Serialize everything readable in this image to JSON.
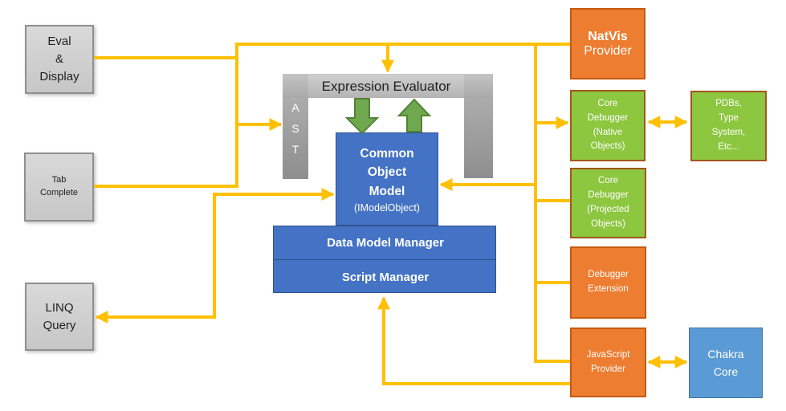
{
  "colors": {
    "connector_yellow": "#FFC000",
    "gray_fill": "#C7C7C7",
    "gray_fill_light": "#D9D9D9",
    "gray_border": "#8F8F8F",
    "pillar_light": "#B5B5B5",
    "pillar_dark": "#8E8E8E",
    "bar_light": "#C4C4C4",
    "bar_dark": "#A9A9A9",
    "blue": "#4472C4",
    "blue_border": "#2F528F",
    "light_blue": "#5B9BD5",
    "light_blue_border": "#41719C",
    "orange": "#ED7D31",
    "orange_border": "#C55A11",
    "green": "#8DC63F",
    "green_border": "#A3551E",
    "arrow_green": "#6FA84F",
    "arrow_green_border": "#548235",
    "text_dark": "#1F1F1F",
    "text_light": "#FFFFFF"
  },
  "left_column": {
    "eval_display": "Eval\n&\nDisplay",
    "tab_complete": "Tab\nComplete",
    "linq_query": "LINQ\nQuery"
  },
  "center": {
    "ast": "A\nS\nT",
    "expression_evaluator": "Expression Evaluator",
    "common_object_model": {
      "title": "Common\nObject\nModel",
      "subtitle": "(IModelObject)"
    },
    "data_model_manager": "Data Model Manager",
    "script_manager": "Script Manager"
  },
  "right_column": {
    "natvis_provider": {
      "title": "NatVis",
      "subtitle": "Provider"
    },
    "core_debugger_native": "Core\nDebugger\n(Native\nObjects)",
    "pdbs_type_system": "PDBs,\nType\nSystem,\nEtc...",
    "core_debugger_projected": "Core\nDebugger\n(Projected\nObjects)",
    "debugger_extension": "Debugger\nExtension",
    "javascript_provider": "JavaScript\nProvider",
    "chakra_core": "Chakra\nCore"
  }
}
